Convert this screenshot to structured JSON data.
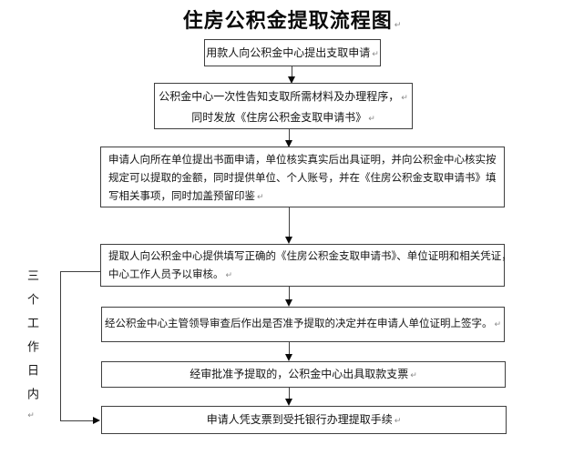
{
  "title": "住房公积金提取流程图",
  "paragraph_mark": "↵",
  "sidebar_note": "三个工作日内",
  "flow": {
    "boxes": [
      {
        "lines": [
          "用款人向公积金中心提出支取申请"
        ]
      },
      {
        "lines": [
          "公积金中心一次性告知支取所需材料及办理程序，",
          "同时发放《住房公积金支取申请书》"
        ]
      },
      {
        "lines": [
          "申请人向所在单位提出书面申请，单位核实真实后出具证明，并向公积金中心核实按",
          "规定可以提取的金额，同时提供单位、个人账号，并在《住房公积金支取申请书》填",
          "写相关事项，同时加盖预留印鉴"
        ]
      },
      {
        "lines": [
          "提取人向公积金中心提供填写正确的《住房公积金支取申请书》、单位证明和相关凭证，",
          "中心工作人员予以审核。"
        ]
      },
      {
        "lines": [
          "经公积金中心主管领导审查后作出是否准予提取的决定并在申请人单位证明上签字。"
        ]
      },
      {
        "lines": [
          "经审批准予提取的，公积金中心出具取款支票"
        ]
      },
      {
        "lines": [
          "申请人凭支票到受托银行办理提取手续"
        ]
      }
    ]
  },
  "colors": {
    "background": "#ffffff",
    "box_border": "#3f3f3f",
    "connector": "#3f3f3f",
    "arrowhead": "#0a0a0a",
    "text": "#141414",
    "paragraph_mark": "#8a8a8a"
  }
}
